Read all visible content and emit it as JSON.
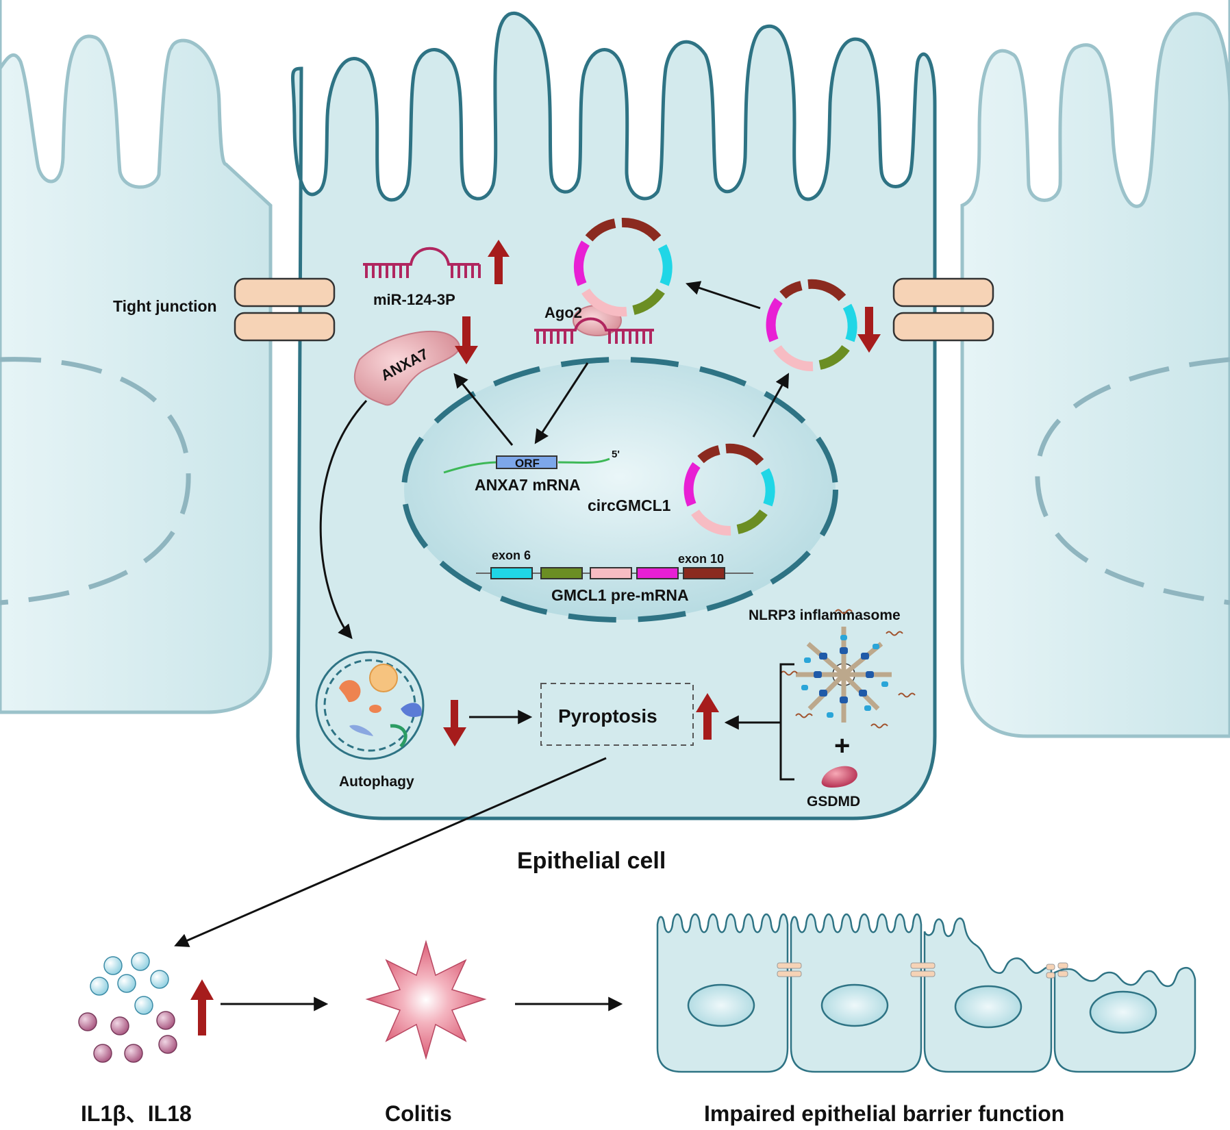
{
  "labels": {
    "tight_junction": "Tight junction",
    "mir": "miR-124-3P",
    "ago2": "Ago2",
    "anxa7_protein": "ANXA7",
    "orf": "ORF",
    "five_prime": "5'",
    "anxa7_mrna": "ANXA7 mRNA",
    "circgmcl1": "circGMCL1",
    "exon6": "exon 6",
    "exon10": "exon 10",
    "pre_mrna": "GMCL1 pre-mRNA",
    "nlrp3": "NLRP3 inflammasome",
    "plus": "+",
    "gsdmd": "GSDMD",
    "pyroptosis": "Pyroptosis",
    "autophagy": "Autophagy",
    "epithelial_cell": "Epithelial cell",
    "cytokines": "IL1β、IL18",
    "colitis": "Colitis",
    "impaired_barrier": "Impaired epithelial barrier function"
  },
  "colors": {
    "cell_fill": "#d3eaed",
    "cell_stroke": "#2e7384",
    "nucleus_fill": "#bfe0e6",
    "junction": "#f6d3b6",
    "red_arrow": "#a61c1c",
    "mirna": "#b0265f",
    "exon_cyan": "#20d6e6",
    "exon_green": "#6b8e23",
    "exon_pink": "#f7bcc3",
    "exon_magenta": "#e81fd4",
    "exon_brown": "#8b2a1f",
    "orf_blue": "#7da7ea",
    "mrna_green": "#3db857",
    "il_light": "#cfeef4",
    "il_dark": "#b87a98",
    "colitis_star": "#e0687f"
  },
  "icons": [
    "red-up-arrow",
    "red-down-arrow",
    "black-arrow",
    "circular-rna",
    "mirna-hairpin",
    "ago2-protein",
    "anxa7-protein",
    "autophagosome",
    "nlrp3-complex",
    "gsdmd-protein",
    "cytokine-spheres",
    "colitis-star",
    "tight-junction"
  ]
}
